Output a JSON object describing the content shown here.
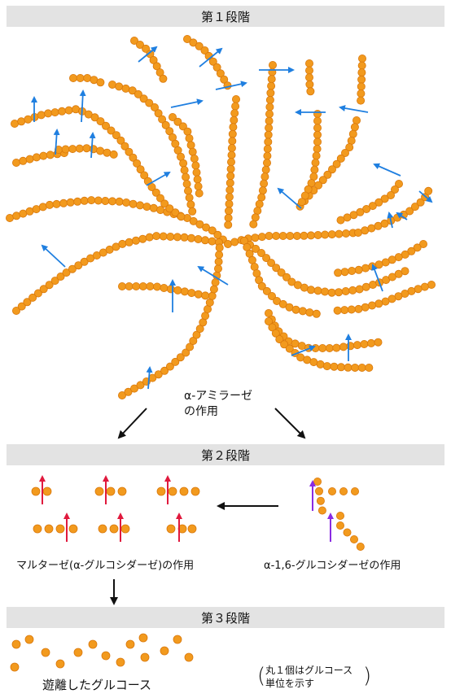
{
  "stages": {
    "stage1": "第１段階",
    "stage2": "第２段階",
    "stage3": "第３段階"
  },
  "labels": {
    "amylase_line1": "α-アミラーゼ",
    "amylase_line2": "の作用",
    "maltase": "マルターゼ(α-グルコシダーゼ)の作用",
    "isoamylase": "α-1,6-グルコシダーゼの作用",
    "free_glucose": "遊離したグルコース",
    "note_line1": "丸１個はグルコース",
    "note_line2": "単位を示す"
  },
  "colors": {
    "glucose": "#f29a1e",
    "glucose_edge": "#d9780c",
    "blue_arrow": "#1f7fe0",
    "red_arrow": "#e0193d",
    "purple_arrow": "#8a2be2",
    "black_arrow": "#111111",
    "stage_bar": "#e3e3e3"
  },
  "icons": {
    "glucose_unit": "orange-circle",
    "cleavage_marker": "arrow"
  }
}
